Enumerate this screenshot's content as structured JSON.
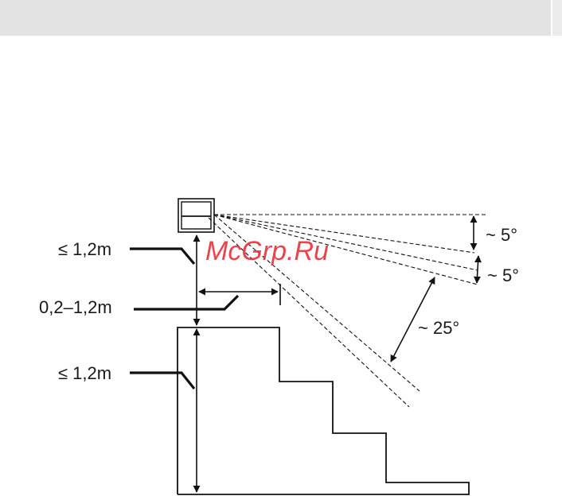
{
  "header": {
    "band_color": "#e3e3e3"
  },
  "watermark": {
    "text": "McGrp.Ru",
    "color": "#e8343f"
  },
  "labels": {
    "height_top": "≤ 1,2m",
    "horizontal_distance": "0,2–1,2m",
    "height_stairs": "≤ 1,2m",
    "angle_upper": "~ 5°",
    "angle_middle": "~ 5°",
    "angle_lower": "~ 25°"
  },
  "icons": {
    "sensor": "motion-sensor-icon"
  }
}
